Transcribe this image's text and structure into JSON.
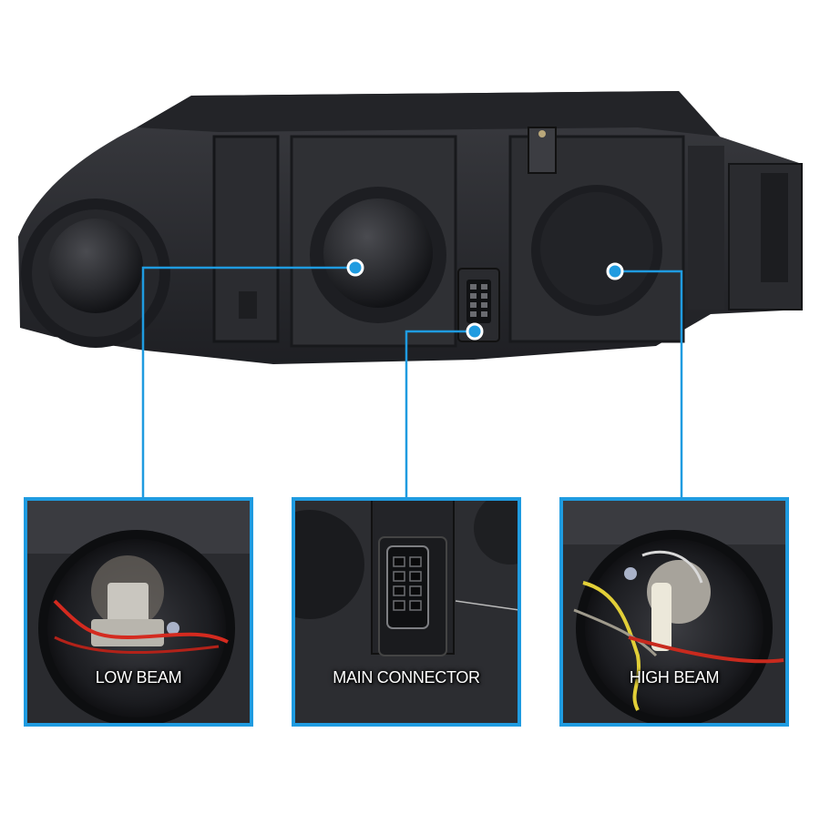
{
  "theme": {
    "accent": "#1f9be0",
    "housing": "#2e2f33",
    "housing_dark": "#17181b",
    "background": "#ffffff"
  },
  "insets": [
    {
      "label": "LOW BEAM"
    },
    {
      "label": "MAIN CONNECTOR"
    },
    {
      "label": "HIGH BEAM"
    }
  ]
}
